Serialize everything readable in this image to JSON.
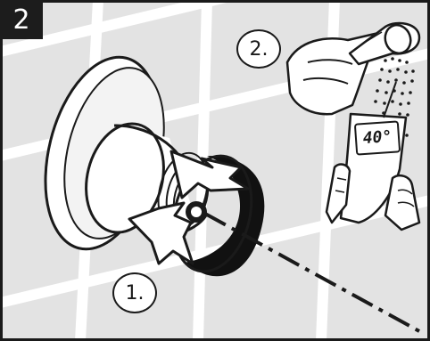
{
  "step_number": "2",
  "callouts": {
    "step_1": "1.",
    "step_2": "2."
  },
  "thermometer": {
    "reading": "40°"
  },
  "colors": {
    "wall_tile": "#e3e3e3",
    "grout": "#ffffff",
    "outline": "#1a1a1a",
    "badge_background": "#1c1c1c"
  }
}
